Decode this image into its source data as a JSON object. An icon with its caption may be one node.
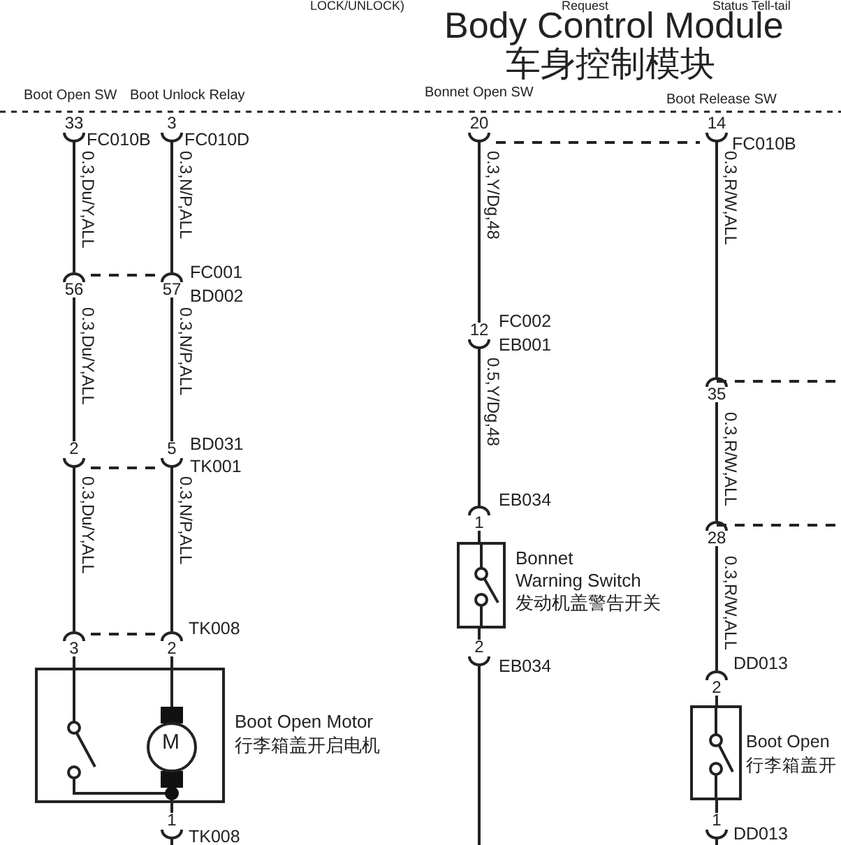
{
  "diagram": {
    "title": "Body Control Module",
    "nodes": [
      {
        "text": [
          "33"
        ],
        "beside": [
          "FC010B"
        ]
      },
      {
        "text": [
          "3"
        ],
        "beside": [
          "FC010D"
        ]
      },
      {
        "text": [
          "20"
        ]
      },
      {
        "text": [
          "14"
        ],
        "beside": [
          "FC010B"
        ]
      },
      {
        "text": [
          "56"
        ]
      },
      {
        "text": [
          "57"
        ],
        "beside": [
          "FC001",
          "BD002"
        ]
      },
      {
        "text": [
          "12"
        ],
        "beside": [
          "FC002",
          "EB001"
        ]
      },
      {
        "text": [
          "2"
        ]
      },
      {
        "text": [
          "5"
        ],
        "beside": [
          "BD031",
          "TK001"
        ]
      },
      {
        "text": [
          "35"
        ]
      },
      {
        "text": [
          "1"
        ],
        "beside": [
          "EB034"
        ]
      },
      {
        "text": [
          "Bonnet Warning Switch",
          "发动机盖警告开关"
        ]
      },
      {
        "text": [
          "28"
        ]
      },
      {
        "text": [
          "3"
        ]
      },
      {
        "text": [
          "2"
        ],
        "beside": [
          "TK008"
        ]
      },
      {
        "text": [
          "Boot Open Motor",
          "行李箱盖开启电机"
        ]
      },
      {
        "text": [
          "2"
        ],
        "beside": [
          "EB034"
        ]
      },
      {
        "text": [
          "2"
        ],
        "beside": [
          "DD013"
        ]
      },
      {
        "text": [
          "Boot Open",
          "行李箱盖开"
        ]
      },
      {
        "text": [
          "1"
        ],
        "beside": [
          "TK008"
        ]
      },
      {
        "text": [
          "1"
        ],
        "beside": [
          "DD013"
        ]
      }
    ],
    "edges": [
      {
        "from": 0,
        "to": 4,
        "arrow": "none",
        "label": "0.3,Du/Y,ALL"
      },
      {
        "from": 4,
        "to": 7,
        "arrow": "none",
        "label": "0.3,Du/Y,ALL"
      },
      {
        "from": 7,
        "to": 13,
        "arrow": "none",
        "label": "0.3,Du/Y,ALL"
      },
      {
        "from": 1,
        "to": 5,
        "arrow": "none",
        "label": "0.3,N/P,ALL"
      },
      {
        "from": 5,
        "to": 8,
        "arrow": "none",
        "label": "0.3,N/P,ALL"
      },
      {
        "from": 8,
        "to": 14,
        "arrow": "none",
        "label": "0.3,N/P,ALL"
      },
      {
        "from": 2,
        "to": 6,
        "arrow": "none",
        "label": "0.3,Y/Dg,48"
      },
      {
        "from": 6,
        "to": 10,
        "arrow": "none",
        "label": "0.5,Y/Dg,48"
      },
      {
        "from": 3,
        "to": 9,
        "arrow": "none",
        "label": "0.3,R/W,ALL"
      },
      {
        "from": 9,
        "to": 12,
        "arrow": "none",
        "label": "0.3,R/W,ALL"
      },
      {
        "from": 12,
        "to": 17,
        "arrow": "none",
        "label": "0.3,R/W,ALL"
      },
      {
        "from": 10,
        "to": 11,
        "arrow": "none"
      },
      {
        "from": 11,
        "to": 16,
        "arrow": "none"
      },
      {
        "from": 16,
        "to": null,
        "arrow": "none"
      },
      {
        "from": 13,
        "to": 15,
        "arrow": "none"
      },
      {
        "from": 14,
        "to": 15,
        "arrow": "none"
      },
      {
        "from": 15,
        "to": 19,
        "arrow": "none"
      },
      {
        "from": 19,
        "to": null,
        "arrow": "none"
      },
      {
        "from": 17,
        "to": 18,
        "arrow": "none"
      },
      {
        "from": 18,
        "to": 20,
        "arrow": "none"
      },
      {
        "from": 20,
        "to": null,
        "arrow": "none"
      },
      {
        "from": 2,
        "to": 3,
        "arrow": "none",
        "style": "dashed"
      },
      {
        "from": 4,
        "to": 5,
        "arrow": "none",
        "style": "dashed"
      },
      {
        "from": 7,
        "to": 8,
        "arrow": "none",
        "style": "dashed"
      },
      {
        "from": 13,
        "to": 14,
        "arrow": "none",
        "style": "dashed"
      }
    ],
    "labels": [
      "LOCK/UNLOCK)",
      "Request",
      "Status Tell-tail",
      "车身控制模块",
      "Boot Open SW",
      "Boot Unlock Relay",
      "Bonnet Open SW",
      "Boot Release SW",
      "M"
    ]
  }
}
